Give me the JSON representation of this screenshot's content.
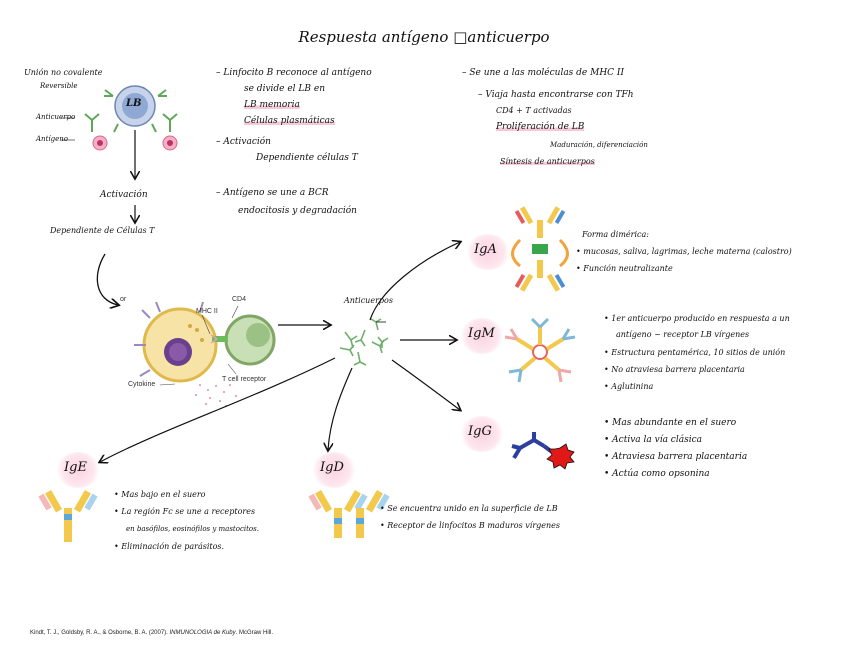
{
  "title": "Respuesta antígeno □anticuerpo",
  "left_col": {
    "union1": "Unión no covalente",
    "union2": "Reversible",
    "anticuerpo": "Anticuerpo",
    "antigeno": "Antígeno",
    "lb": "LB",
    "activacion": "Activación",
    "dependiente": "Dependiente de Células T"
  },
  "mid_notes": {
    "l1": "– Linfocito B reconoce al antígeno",
    "l2": "se divide el LB en",
    "l3": "LB memoria",
    "l4": "Células plasmáticas",
    "l5": "– Activación",
    "l6": "Dependiente células T",
    "l7": "– Antígeno se une a BCR",
    "l8": "endocitosis y degradación"
  },
  "right_notes": {
    "l1": "– Se une a las moléculas de MHC II",
    "l2": "– Viaja hasta encontrarse con TFh",
    "l3": "CD4 + T activadas",
    "l4": "Proliferación de LB",
    "l5": "Maduración, diferenciación",
    "l6": "Síntesis de anticuerpos"
  },
  "figure_labels": {
    "mhc": "MHC II",
    "cd4": "CD4",
    "cytokine": "Cytokine",
    "tcr": "T cell receptor",
    "or": "or",
    "anticuerpos": "Anticuerpos"
  },
  "iga": {
    "label": "IgA",
    "b1": "Forma dimérica:",
    "b2": "• mucosas, saliva, lagrimas, leche materna (calostro)",
    "b3": "• Función neutralizante"
  },
  "igm": {
    "label": "IgM",
    "b1": "• 1er anticuerpo producido en respuesta a un",
    "b1b": "antígeno ~ receptor LB vírgenes",
    "b2": "• Estructura pentamérica, 10 sitios de unión",
    "b3": "• No atraviesa barrera placentaria",
    "b4": "• Aglutinina"
  },
  "igg": {
    "label": "IgG",
    "b1": "• Mas abundante en el suero",
    "b2": "• Activa la vía clásica",
    "b3": "• Atraviesa barrera placentaria",
    "b4": "• Actúa como opsonina"
  },
  "ige": {
    "label": "IgE",
    "b1": "• Mas bajo en el suero",
    "b2": "• La región Fc se une a receptores",
    "b2b": "en basófilos, eosinófilos y mastocitos.",
    "b3": "• Eliminación de parásitos."
  },
  "igd": {
    "label": "IgD",
    "b1": "• Se encuentra unido en la superficie de LB",
    "b2": "• Receptor de linfocitos B maduros vírgenes"
  },
  "citation": {
    "pre": "Kindt, T. J., Goldsby, R. A., & Osborne, B. A. (2007). ",
    "italic": "INMUNOLOGIA de Kuby",
    "post": ". McGraw Hill."
  },
  "colors": {
    "highlight": "#f6c9d8",
    "lb_cell": "#9eb6dc",
    "plasma_cell": "#f3dc95",
    "t_cell": "#b8d7a4",
    "heavy_chain_yellow": "#f2c94c",
    "light_chain_blue": "#7fb6d9",
    "light_chain_pink": "#f0a7a7",
    "igg_navy": "#2c3f9e",
    "antigen_red": "#e01818"
  }
}
